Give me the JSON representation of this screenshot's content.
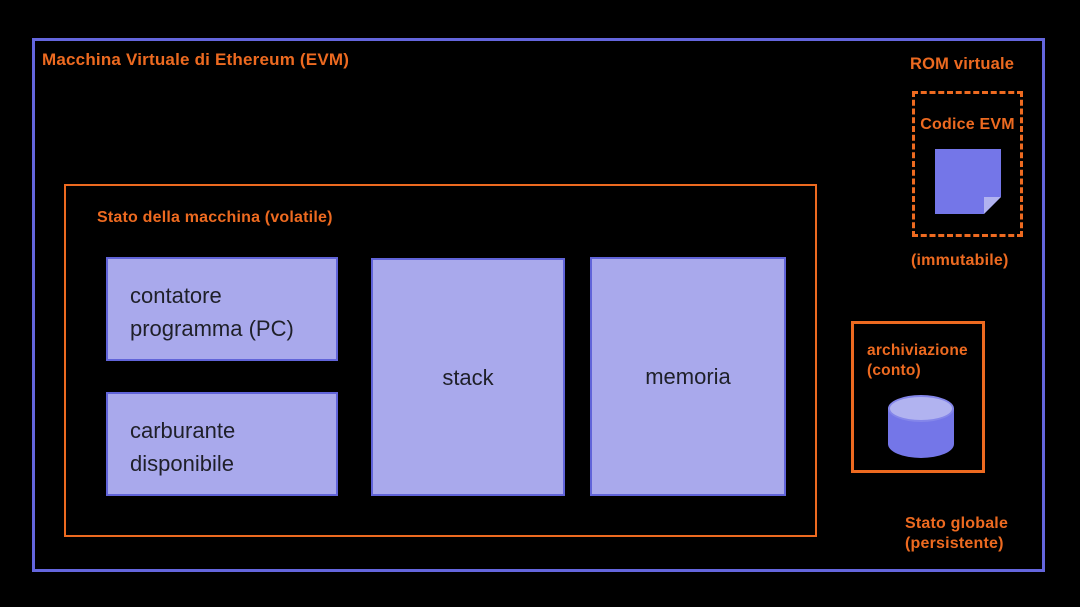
{
  "diagram": {
    "title": "Macchina Virtuale di Ethereum (EVM)",
    "machine_state": {
      "label": "Stato della macchina (volatile)",
      "boxes": [
        {
          "label": "contatore programma (PC)"
        },
        {
          "label": "carburante disponibile"
        },
        {
          "label": "stack"
        },
        {
          "label": "memoria"
        }
      ]
    },
    "rom": {
      "label": "ROM virtuale",
      "code_label": "Codice EVM",
      "icon": "sticky-note-icon",
      "caption": "(immutabile)"
    },
    "storage": {
      "label": "archiviazione\n(conto)",
      "icon": "database-cylinder-icon"
    },
    "global_state_label": "Stato globale\n(persistente)"
  },
  "colors": {
    "background": "#000000",
    "accent_orange": "#ed6a20",
    "outer_border_purple": "#6466dd",
    "box_fill_purple": "#a9a9ec",
    "box_border_purple": "#6164d9",
    "icon_purple": "#7476e8",
    "icon_purple_light": "#b1b3f0",
    "box_text": "#1f2029"
  }
}
